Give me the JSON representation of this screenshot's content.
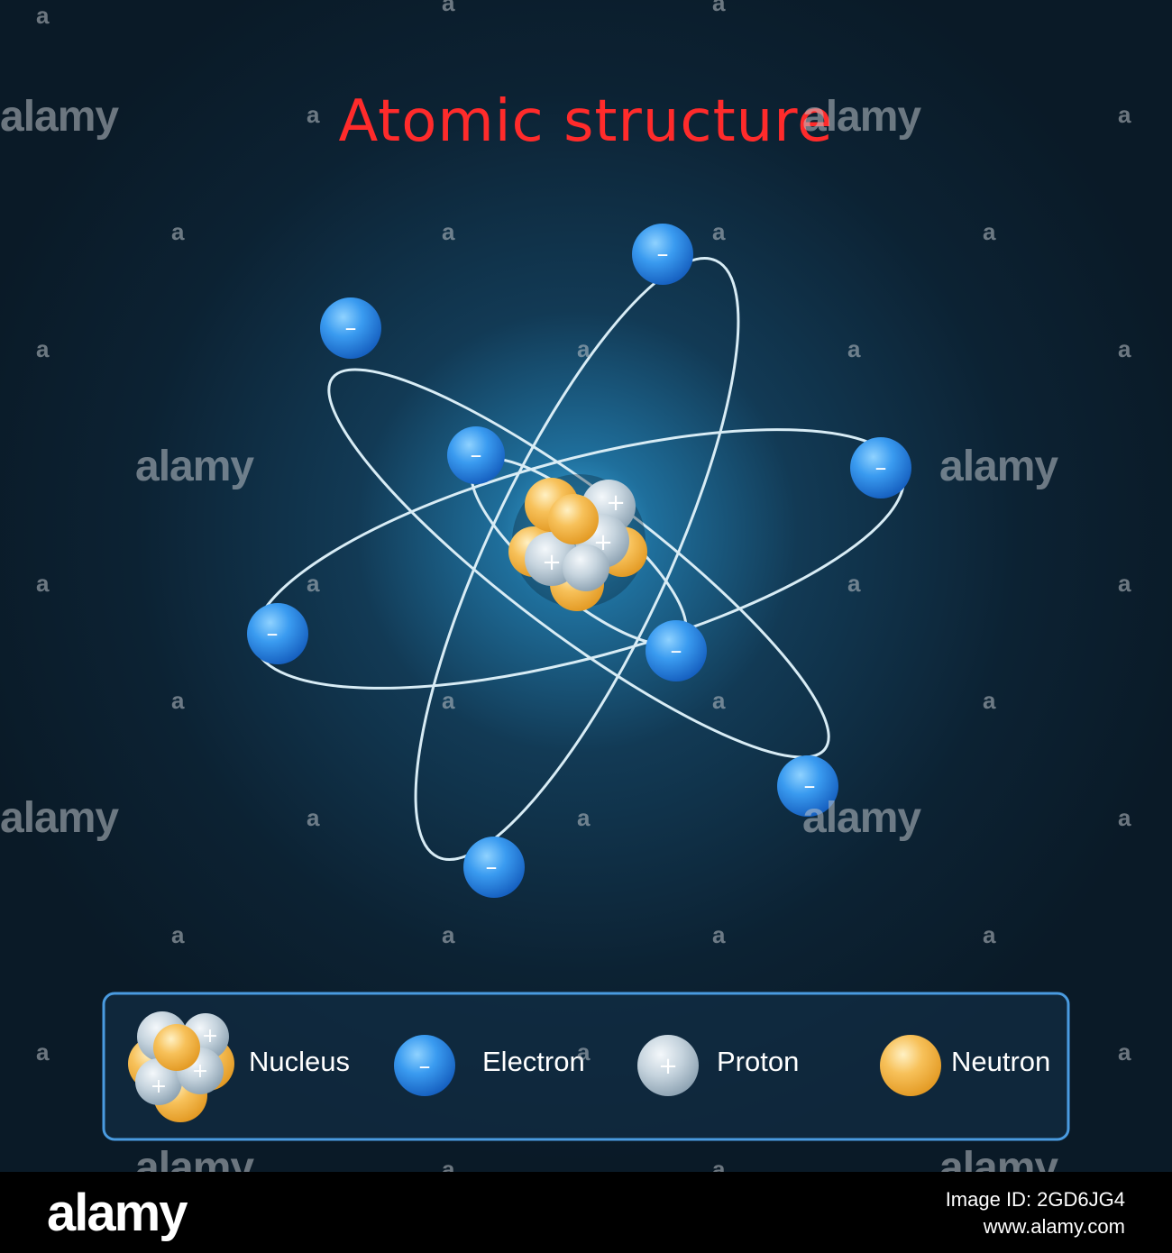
{
  "title": "Atomic structure",
  "colors": {
    "title": "#ff2b2b",
    "background": "#0b1c2a",
    "orbit": "#d8ecf5",
    "electron": "#2f8fe8",
    "proton": "#c9d6df",
    "neutron": "#f5b53e",
    "legend_border": "#4a9be0"
  },
  "electron_symbol": "–",
  "proton_symbol": "+",
  "legend": {
    "nucleus": "Nucleus",
    "electron": "Electron",
    "proton": "Proton",
    "neutron": "Neutron"
  },
  "watermark": {
    "word": "alamy",
    "letter": "a"
  },
  "footer": {
    "brand": "alamy",
    "image_id": "Image ID: 2GD6JG4",
    "site": "www.alamy.com"
  }
}
